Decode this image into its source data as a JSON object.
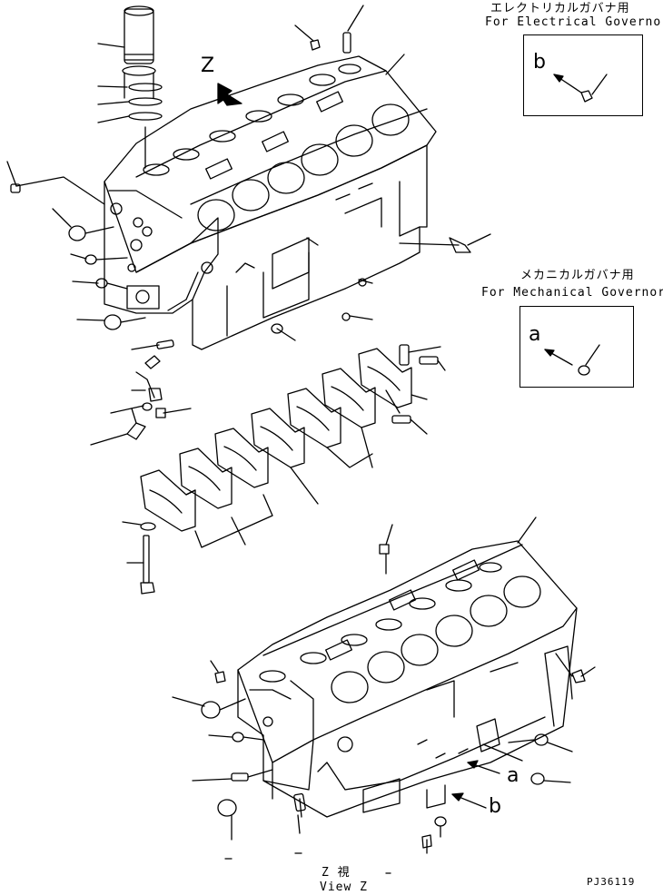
{
  "diagram": {
    "code": "PJ36119",
    "electrical_governor": {
      "label_jp": "エレクトリカルガバナ用",
      "label_en": "For Electrical Governor",
      "detail_letter": "b"
    },
    "mechanical_governor": {
      "label_jp": "メカニカルガバナ用",
      "label_en": "For Mechanical Governor",
      "detail_letter": "a"
    },
    "view_arrow_letter": "Z",
    "view_caption_jp": "Z 視",
    "view_caption_en": "View Z",
    "callout_a": "a",
    "callout_b": "b"
  }
}
